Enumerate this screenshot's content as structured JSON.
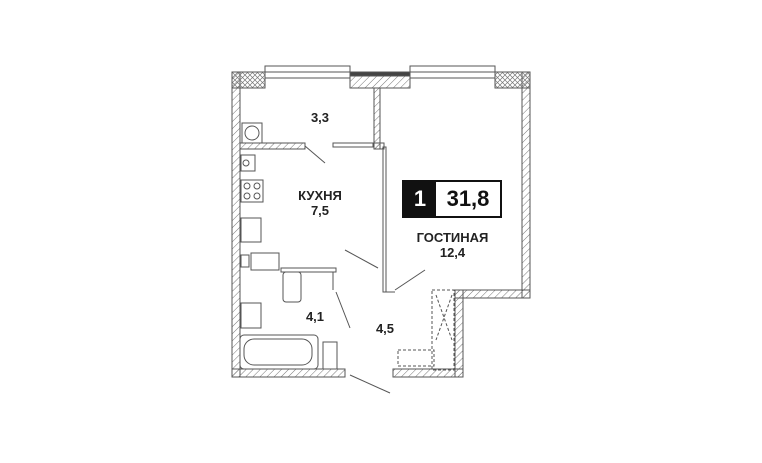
{
  "badge": {
    "rooms": "1",
    "total_area": "31,8"
  },
  "rooms": [
    {
      "name": "",
      "area": "3,3"
    },
    {
      "name": "КУХНЯ",
      "area": "7,5"
    },
    {
      "name": "ГОСТИНАЯ",
      "area": "12,4"
    },
    {
      "name": "",
      "area": "4,1"
    },
    {
      "name": "",
      "area": "4,5"
    }
  ],
  "colors": {
    "wall": "#555555",
    "ink": "#111111"
  }
}
